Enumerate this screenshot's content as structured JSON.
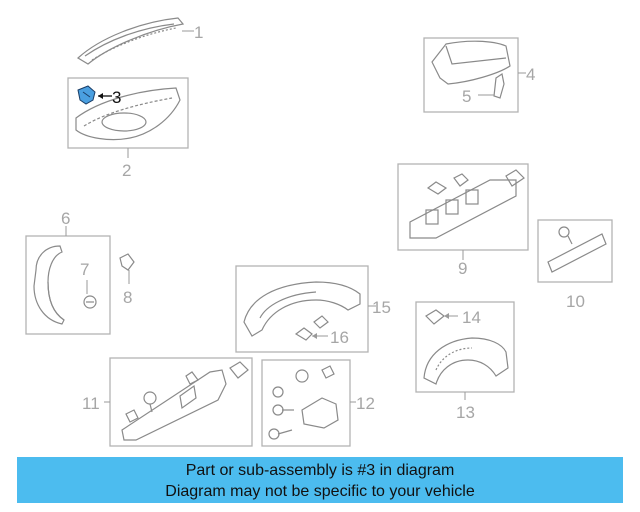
{
  "diagram": {
    "parts": [
      {
        "number": "1"
      },
      {
        "number": "2"
      },
      {
        "number": "3",
        "highlighted": true
      },
      {
        "number": "4"
      },
      {
        "number": "5"
      },
      {
        "number": "6"
      },
      {
        "number": "7"
      },
      {
        "number": "8"
      },
      {
        "number": "9"
      },
      {
        "number": "10"
      },
      {
        "number": "11"
      },
      {
        "number": "12"
      },
      {
        "number": "13"
      },
      {
        "number": "14"
      },
      {
        "number": "15"
      },
      {
        "number": "16"
      }
    ],
    "highlight_color": "#4a9fe0",
    "banner_color": "#4cbcef"
  },
  "banner": {
    "line1": "Part or sub-assembly is #3 in diagram",
    "line2": "Diagram may not be specific to your vehicle"
  }
}
